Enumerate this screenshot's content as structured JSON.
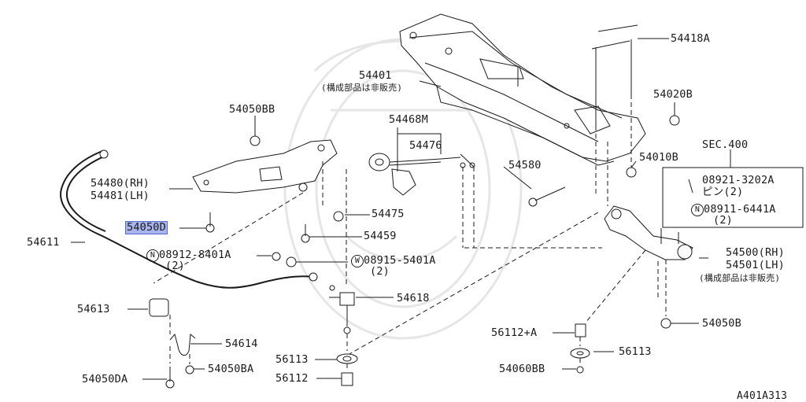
{
  "diagram_code": "A401A313",
  "labels": {
    "p54418A": "54418A",
    "p54401": "54401",
    "p54401_note": "(構成部品は非販売)",
    "p54020B": "54020B",
    "p54050BB": "54050BB",
    "p54468M": "54468M",
    "p54476": "54476",
    "sec400": "SEC.400",
    "p54010B": "54010B",
    "p54580": "54580",
    "p54480": "54480(RH)",
    "p54481": "54481(LH)",
    "p08921": "08921-3202A",
    "p08921_sub": "ピン(2)",
    "p08911": "08911-6441A",
    "p08911_sub": "(2)",
    "p54475": "54475",
    "p54050D": "54050D",
    "p54459": "54459",
    "p54611": "54611",
    "p08912": "08912-8401A",
    "p08912_sub": "(2)",
    "p08915": "08915-5401A",
    "p08915_sub": "(2)",
    "p54500": "54500(RH)",
    "p54501": "54501(LH)",
    "p54500_note": "(構成部品は非販売)",
    "p54618": "54618",
    "p54613": "54613",
    "p54614": "54614",
    "p56112A": "56112+A",
    "p56113a": "56113",
    "p56113b": "56113",
    "p54050B": "54050B",
    "p54060BB": "54060BB",
    "p54050BA": "54050BA",
    "p54050DA": "54050DA",
    "p56112": "56112"
  },
  "circle_marks": {
    "n": "N",
    "w": "W"
  },
  "highlight_color": "#a8b4ee"
}
